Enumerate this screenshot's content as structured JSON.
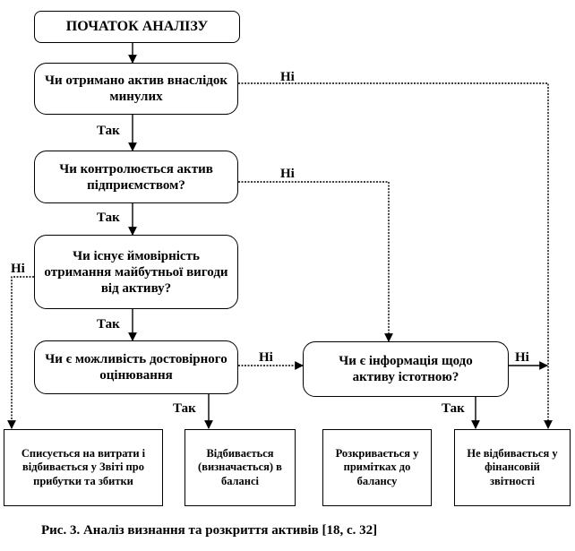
{
  "start": "ПОЧАТОК АНАЛІЗУ",
  "questions": {
    "q1": "Чи отримано актив внаслідок минулих",
    "q2": "Чи контролюється актив підприємством?",
    "q3": "Чи існує ймовірність отримання майбутньої вигоди від активу?",
    "q4": "Чи є можливість достовірного оцінювання",
    "q5": "Чи є інформація щодо активу істотною?"
  },
  "outcomes": {
    "o1": "Списується на витрати і відбивається у Звіті про прибутки та збитки",
    "o2": "Відбивається (визначається) в балансі",
    "o3": "Розкривається у примітках до балансу",
    "o4": "Не відбивається у фінансовій звітності"
  },
  "labels": {
    "yes": "Так",
    "no": "Ні"
  },
  "caption": "Рис. 3. Аналіз визнання та розкриття активів [18, с. 32]"
}
